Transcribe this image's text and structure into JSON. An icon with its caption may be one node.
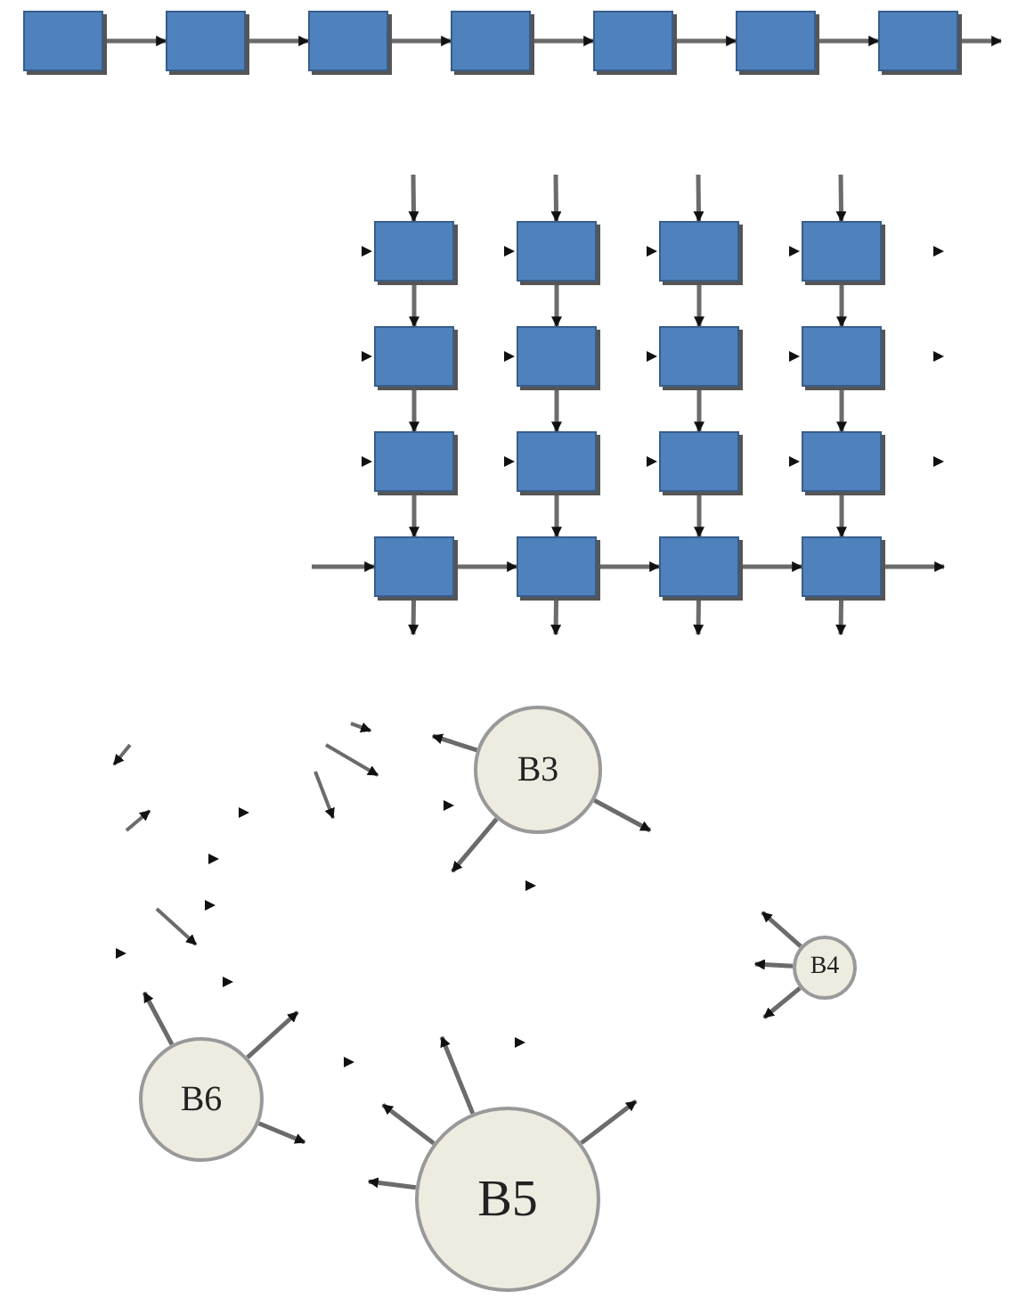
{
  "diagram": {
    "nodes": [
      {
        "text": [],
        "shape": "box"
      },
      {
        "text": [],
        "shape": "box"
      },
      {
        "text": [],
        "shape": "box"
      },
      {
        "text": [],
        "shape": "box"
      },
      {
        "text": [],
        "shape": "box"
      },
      {
        "text": [],
        "shape": "box"
      },
      {
        "text": [],
        "shape": "box"
      },
      {
        "text": [],
        "shape": "box"
      },
      {
        "text": [],
        "shape": "box"
      },
      {
        "text": [],
        "shape": "box"
      },
      {
        "text": [],
        "shape": "box"
      },
      {
        "text": [],
        "shape": "box"
      },
      {
        "text": [],
        "shape": "box"
      },
      {
        "text": [],
        "shape": "box"
      },
      {
        "text": [],
        "shape": "box"
      },
      {
        "text": [],
        "shape": "box"
      },
      {
        "text": [],
        "shape": "box"
      },
      {
        "text": [],
        "shape": "box"
      },
      {
        "text": [],
        "shape": "box"
      },
      {
        "text": [],
        "shape": "box"
      },
      {
        "text": [],
        "shape": "box"
      },
      {
        "text": [],
        "shape": "box"
      },
      {
        "text": [],
        "shape": "box"
      },
      {
        "text": [
          "B3"
        ]
      },
      {
        "text": [
          "B4"
        ]
      },
      {
        "text": [
          "B5"
        ]
      },
      {
        "text": [
          "B6"
        ]
      }
    ],
    "edges": [
      {
        "from": 0,
        "to": 1,
        "arrow": "to"
      },
      {
        "from": 1,
        "to": 2,
        "arrow": "to"
      },
      {
        "from": 2,
        "to": 3,
        "arrow": "to"
      },
      {
        "from": 3,
        "to": 4,
        "arrow": "to"
      },
      {
        "from": 4,
        "to": 5,
        "arrow": "to"
      },
      {
        "from": 5,
        "to": 6,
        "arrow": "to"
      },
      {
        "from": 6,
        "to": null,
        "arrow": "to"
      },
      {
        "from": null,
        "to": 7,
        "arrow": "to"
      },
      {
        "from": 7,
        "to": 11,
        "arrow": "to"
      },
      {
        "from": 11,
        "to": 15,
        "arrow": "to"
      },
      {
        "from": 15,
        "to": 19,
        "arrow": "to"
      },
      {
        "from": 19,
        "to": null,
        "arrow": "to"
      },
      {
        "from": null,
        "to": 8,
        "arrow": "to"
      },
      {
        "from": 8,
        "to": 12,
        "arrow": "to"
      },
      {
        "from": 12,
        "to": 16,
        "arrow": "to"
      },
      {
        "from": 16,
        "to": 20,
        "arrow": "to"
      },
      {
        "from": 20,
        "to": null,
        "arrow": "to"
      },
      {
        "from": null,
        "to": 9,
        "arrow": "to"
      },
      {
        "from": 9,
        "to": 13,
        "arrow": "to"
      },
      {
        "from": 13,
        "to": 17,
        "arrow": "to"
      },
      {
        "from": 17,
        "to": 21,
        "arrow": "to"
      },
      {
        "from": 21,
        "to": null,
        "arrow": "to"
      },
      {
        "from": null,
        "to": 10,
        "arrow": "to"
      },
      {
        "from": 10,
        "to": 14,
        "arrow": "to"
      },
      {
        "from": 14,
        "to": 18,
        "arrow": "to"
      },
      {
        "from": 18,
        "to": 22,
        "arrow": "to"
      },
      {
        "from": 22,
        "to": null,
        "arrow": "to"
      },
      {
        "from": null,
        "to": 19,
        "arrow": "to"
      },
      {
        "from": 19,
        "to": 20,
        "arrow": "to"
      },
      {
        "from": 20,
        "to": 21,
        "arrow": "to"
      },
      {
        "from": 21,
        "to": 22,
        "arrow": "to"
      },
      {
        "from": 22,
        "to": null,
        "arrow": "to"
      },
      {
        "from": 23,
        "to": null,
        "arrow": "to"
      },
      {
        "from": 23,
        "to": null,
        "arrow": "to"
      },
      {
        "from": 23,
        "to": null,
        "arrow": "to"
      },
      {
        "from": 24,
        "to": null,
        "arrow": "to"
      },
      {
        "from": 24,
        "to": null,
        "arrow": "to"
      },
      {
        "from": 24,
        "to": null,
        "arrow": "to"
      },
      {
        "from": 25,
        "to": null,
        "arrow": "to"
      },
      {
        "from": 25,
        "to": null,
        "arrow": "to"
      },
      {
        "from": 25,
        "to": null,
        "arrow": "to"
      },
      {
        "from": 25,
        "to": null,
        "arrow": "to"
      },
      {
        "from": 26,
        "to": null,
        "arrow": "to"
      },
      {
        "from": 26,
        "to": null,
        "arrow": "to"
      },
      {
        "from": 26,
        "to": null,
        "arrow": "to"
      }
    ]
  }
}
